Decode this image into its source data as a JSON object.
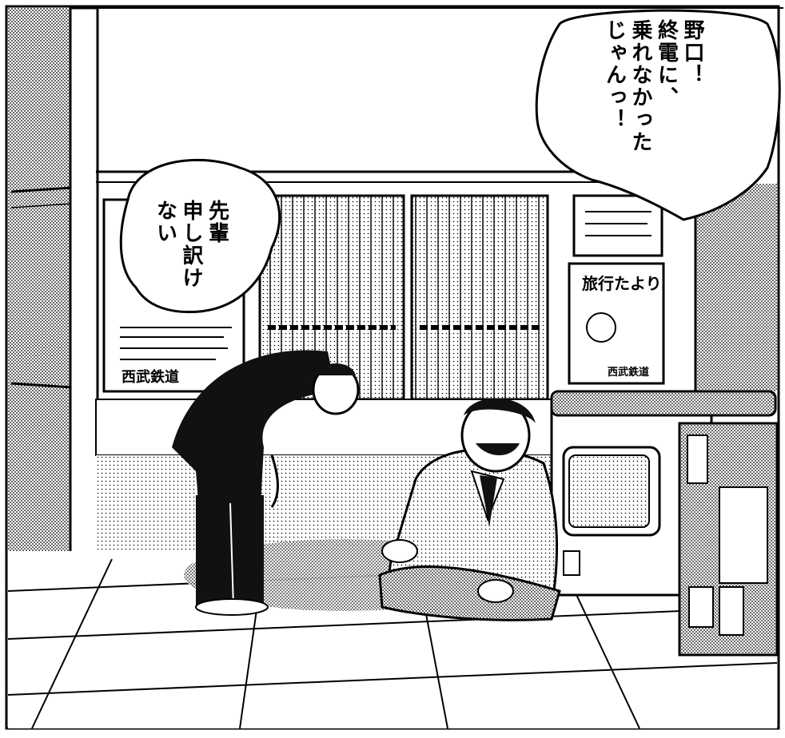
{
  "panel": {
    "speech_left": {
      "lines": [
        "先輩",
        "申し訳け",
        "ない"
      ]
    },
    "speech_right": {
      "lines": [
        "野口！",
        "終電に、",
        "乗れなかった",
        "じゃんっ！"
      ]
    },
    "poster_left_logo": "西武鉄道",
    "poster_right_title": "旅行たより",
    "poster_right_footer": "西武鉄道"
  }
}
